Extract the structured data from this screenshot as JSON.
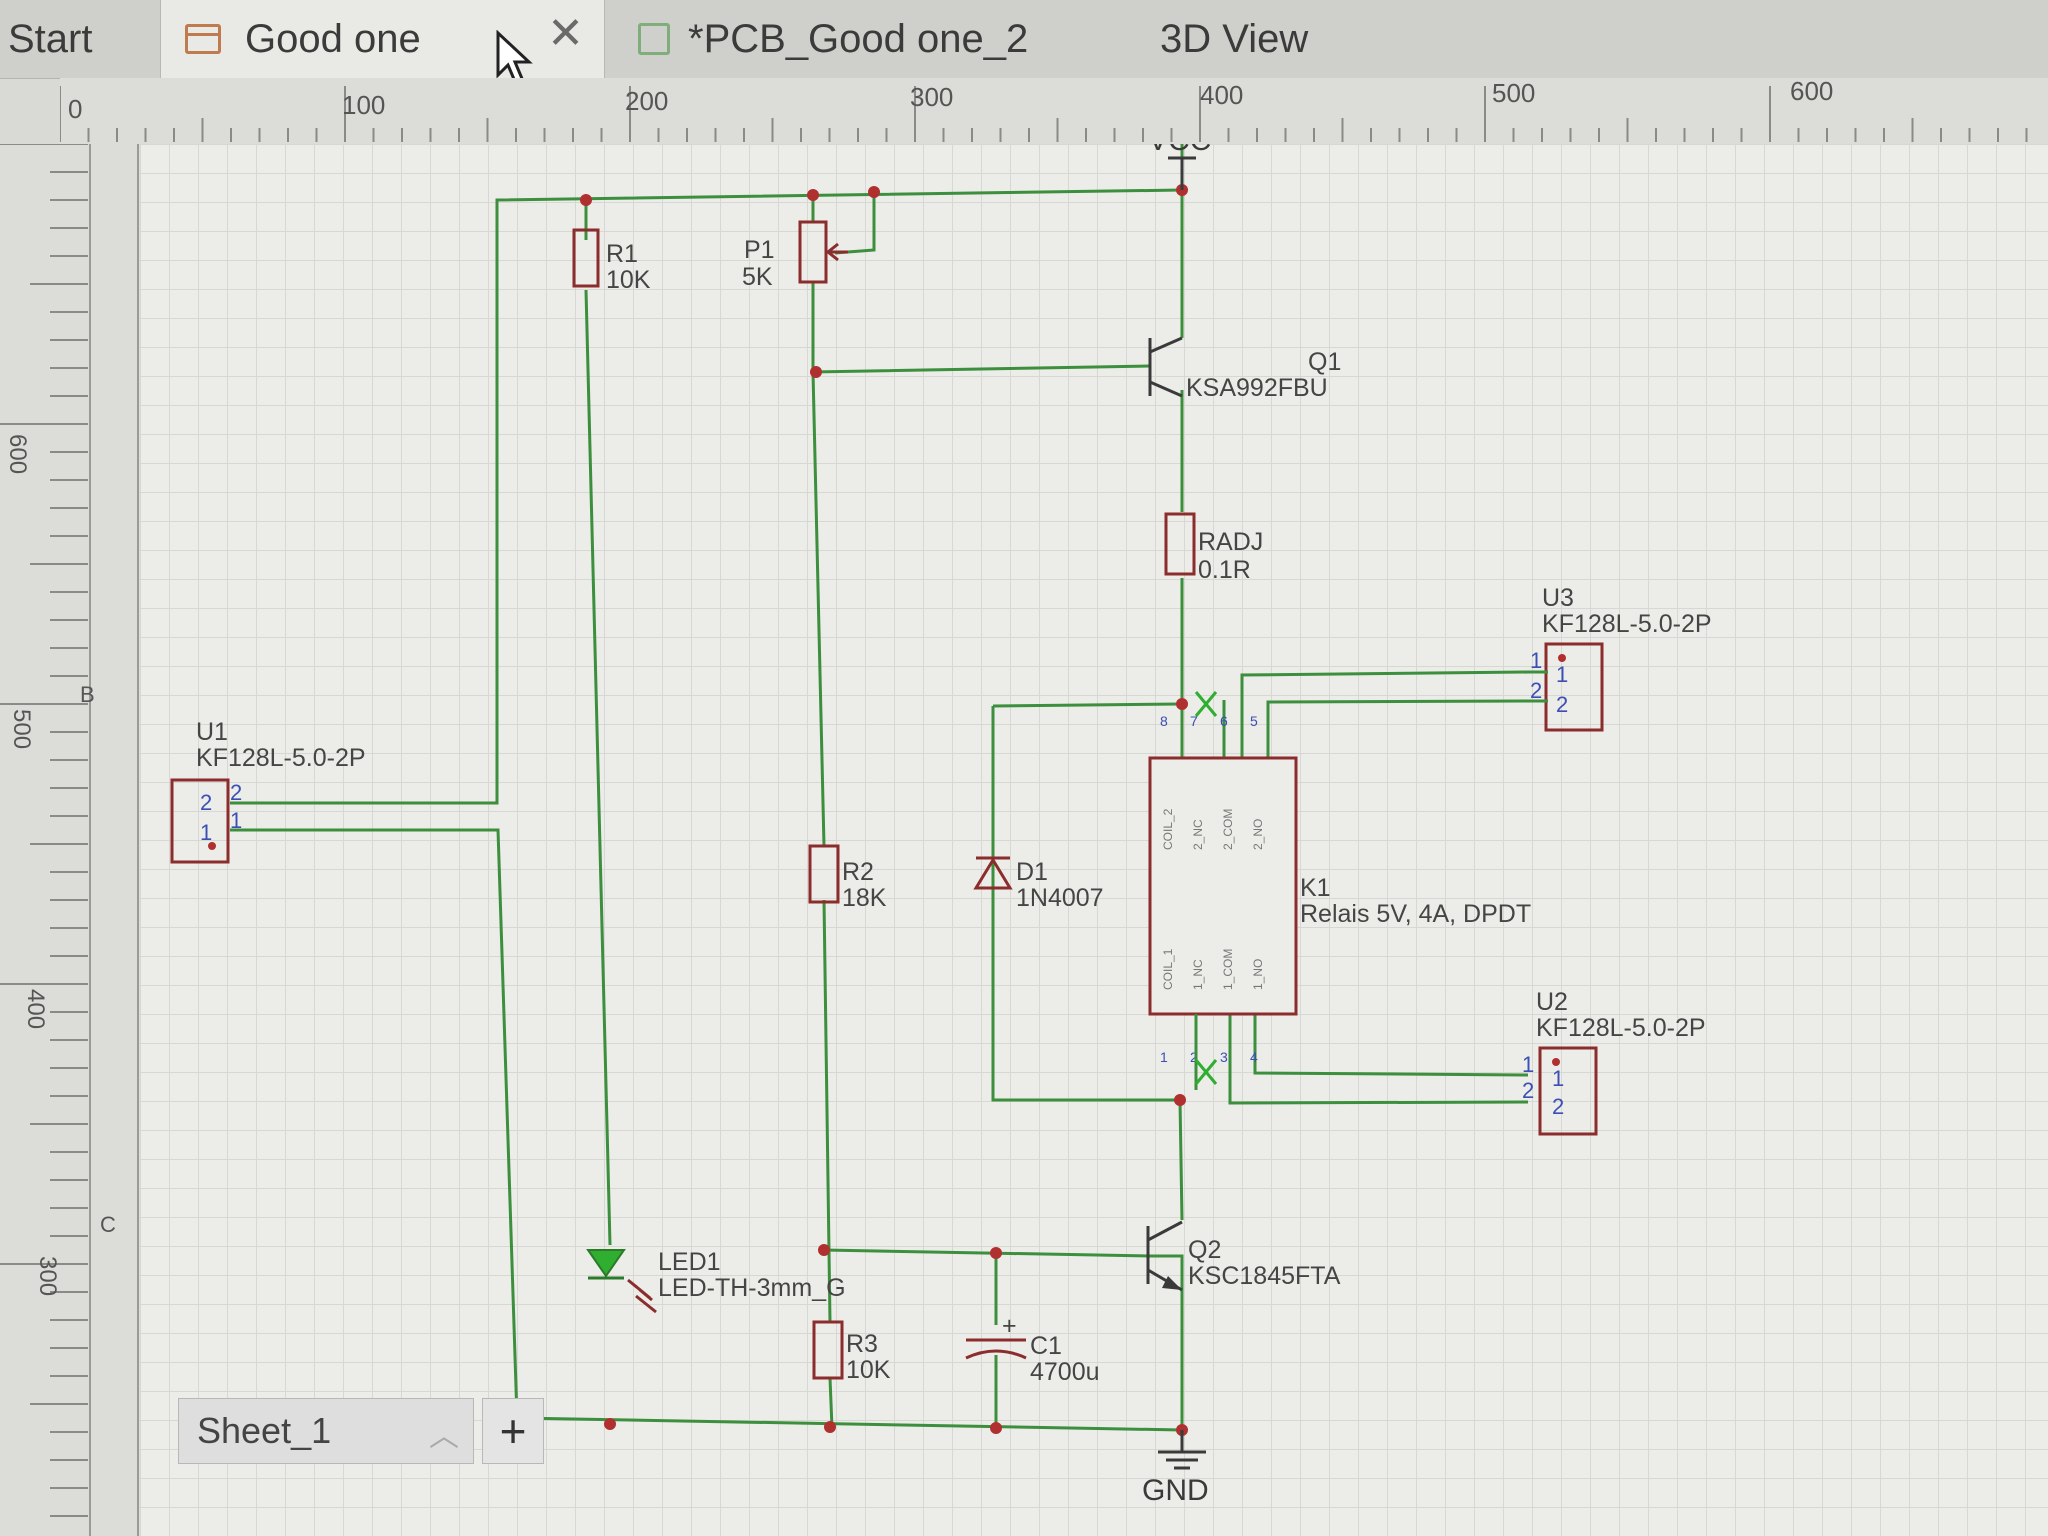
{
  "tabs": {
    "start": "Start",
    "schematic": "Good one",
    "pcb": "*PCB_Good one_2",
    "view3d": "3D View"
  },
  "ruler_top_ticks": [
    "0",
    "100",
    "200",
    "300",
    "400",
    "500",
    "600"
  ],
  "ruler_left_ticks": [
    "600",
    "500",
    "400",
    "300"
  ],
  "ruler_left_zones": [
    "B",
    "C"
  ],
  "nets": {
    "vcc": "VCC",
    "gnd": "GND"
  },
  "components": {
    "r1": {
      "ref": "R1",
      "value": "10K"
    },
    "p1": {
      "ref": "P1",
      "value": "5K"
    },
    "q1": {
      "ref": "Q1",
      "value": "KSA992FBU"
    },
    "radj": {
      "ref": "RADJ",
      "value": "0.1R"
    },
    "u3": {
      "ref": "U3",
      "value": "KF128L-5.0-2P"
    },
    "u1": {
      "ref": "U1",
      "value": "KF128L-5.0-2P"
    },
    "r2": {
      "ref": "R2",
      "value": "18K"
    },
    "d1": {
      "ref": "D1",
      "value": "1N4007"
    },
    "k1": {
      "ref": "K1",
      "value": "Relais 5V, 4A, DPDT"
    },
    "u2": {
      "ref": "U2",
      "value": "KF128L-5.0-2P"
    },
    "led1": {
      "ref": "LED1",
      "value": "LED-TH-3mm_G"
    },
    "q2": {
      "ref": "Q2",
      "value": "KSC1845FTA"
    },
    "r3": {
      "ref": "R3",
      "value": "10K"
    },
    "c1": {
      "ref": "C1",
      "value": "4700u"
    }
  },
  "relay_pins": {
    "top": [
      "COIL_2",
      "2_NC",
      "2_COM",
      "2_NO"
    ],
    "bottom": [
      "COIL_1",
      "1_NC",
      "1_COM",
      "1_NO"
    ],
    "top_numbers": [
      "8",
      "7",
      "6",
      "5"
    ],
    "bottom_numbers": [
      "1",
      "2",
      "3",
      "4"
    ]
  },
  "connector_pins": [
    "1",
    "2"
  ],
  "sheet": {
    "name": "Sheet_1",
    "add": "+"
  },
  "colors": {
    "wire": "#3c8f3c",
    "body": "#8b2d2d",
    "pin_text": "#3b4fb5",
    "led": "#2fae2f"
  }
}
